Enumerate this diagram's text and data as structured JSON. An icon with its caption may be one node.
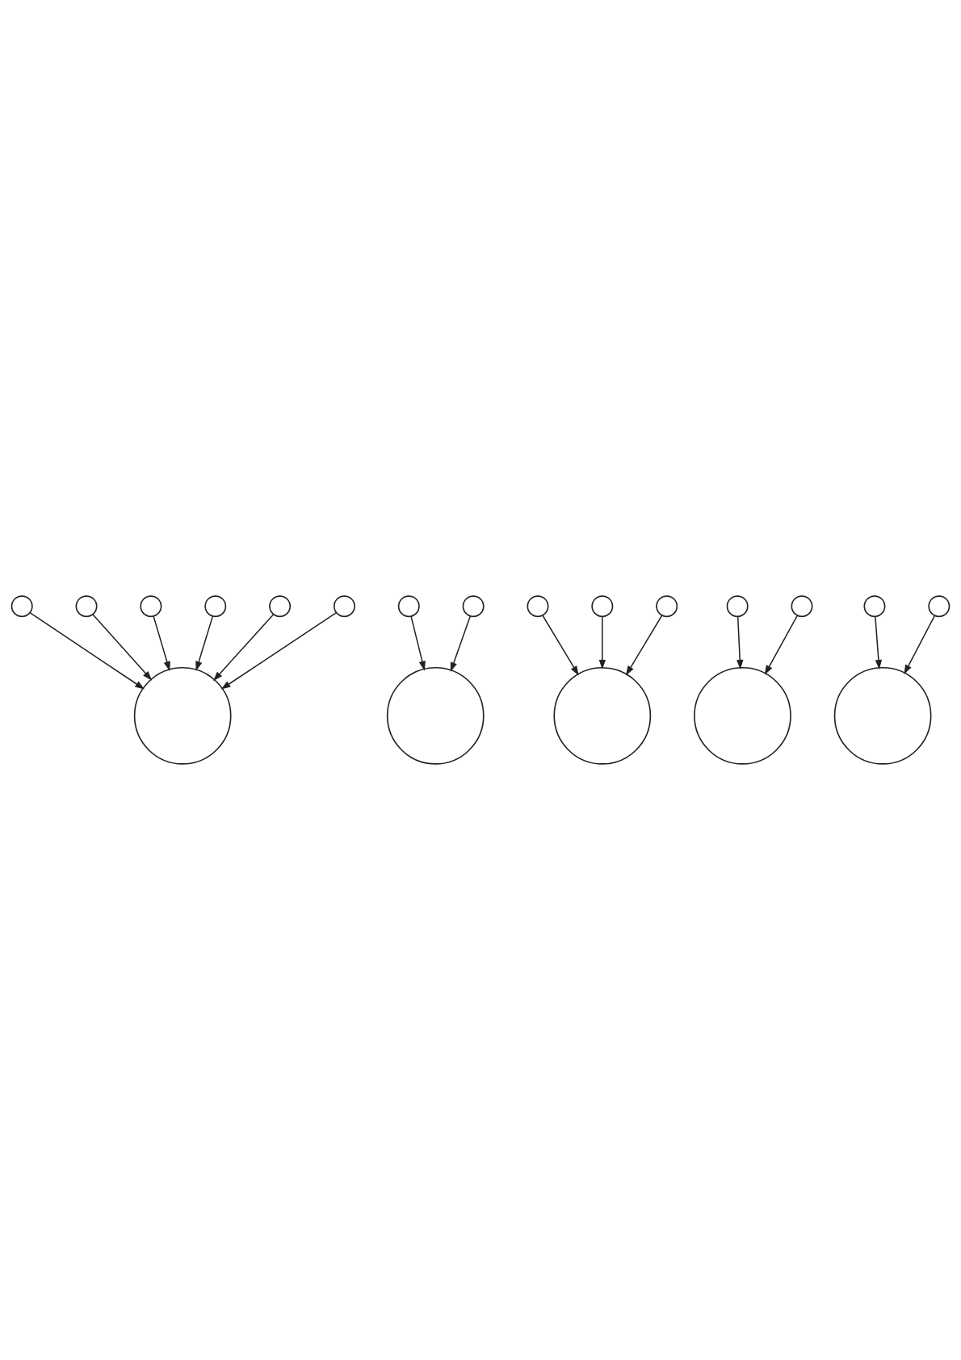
{
  "diagram": {
    "nodes": [
      {
        "text": [],
        "shape": "circle"
      },
      {
        "text": [],
        "shape": "circle"
      },
      {
        "text": [],
        "shape": "circle"
      },
      {
        "text": [],
        "shape": "circle"
      },
      {
        "text": [],
        "shape": "circle"
      },
      {
        "text": [],
        "shape": "circle"
      },
      {
        "text": [],
        "shape": "circle"
      },
      {
        "text": [],
        "shape": "circle"
      },
      {
        "text": [],
        "shape": "circle"
      },
      {
        "text": [],
        "shape": "circle"
      },
      {
        "text": [],
        "shape": "circle"
      },
      {
        "text": [],
        "shape": "circle"
      },
      {
        "text": [],
        "shape": "circle"
      },
      {
        "text": [],
        "shape": "circle"
      },
      {
        "text": [],
        "shape": "circle"
      },
      {
        "text": [],
        "shape": "circle"
      },
      {
        "text": [],
        "shape": "circle"
      },
      {
        "text": [],
        "shape": "circle"
      },
      {
        "text": [],
        "shape": "circle"
      },
      {
        "text": [],
        "shape": "circle"
      }
    ],
    "edges": [
      {
        "from": 0,
        "to": 1,
        "arrow": "to"
      },
      {
        "from": 2,
        "to": 1,
        "arrow": "to"
      },
      {
        "from": 3,
        "to": 4,
        "arrow": "to"
      },
      {
        "from": 5,
        "to": 1,
        "arrow": "to"
      },
      {
        "from": 6,
        "to": 9,
        "arrow": "to"
      },
      {
        "from": 7,
        "to": 16,
        "arrow": "to"
      },
      {
        "from": 8,
        "to": 12,
        "arrow": "to"
      },
      {
        "from": 10,
        "to": 1,
        "arrow": "to"
      },
      {
        "from": 11,
        "to": 4,
        "arrow": "to"
      },
      {
        "from": 13,
        "to": 1,
        "arrow": "to"
      },
      {
        "from": 14,
        "to": 9,
        "arrow": "to"
      },
      {
        "from": 15,
        "to": 16,
        "arrow": "to"
      },
      {
        "from": 17,
        "to": 12,
        "arrow": "to"
      },
      {
        "from": 18,
        "to": 9,
        "arrow": "to"
      },
      {
        "from": 19,
        "to": 1,
        "arrow": "to"
      }
    ]
  }
}
